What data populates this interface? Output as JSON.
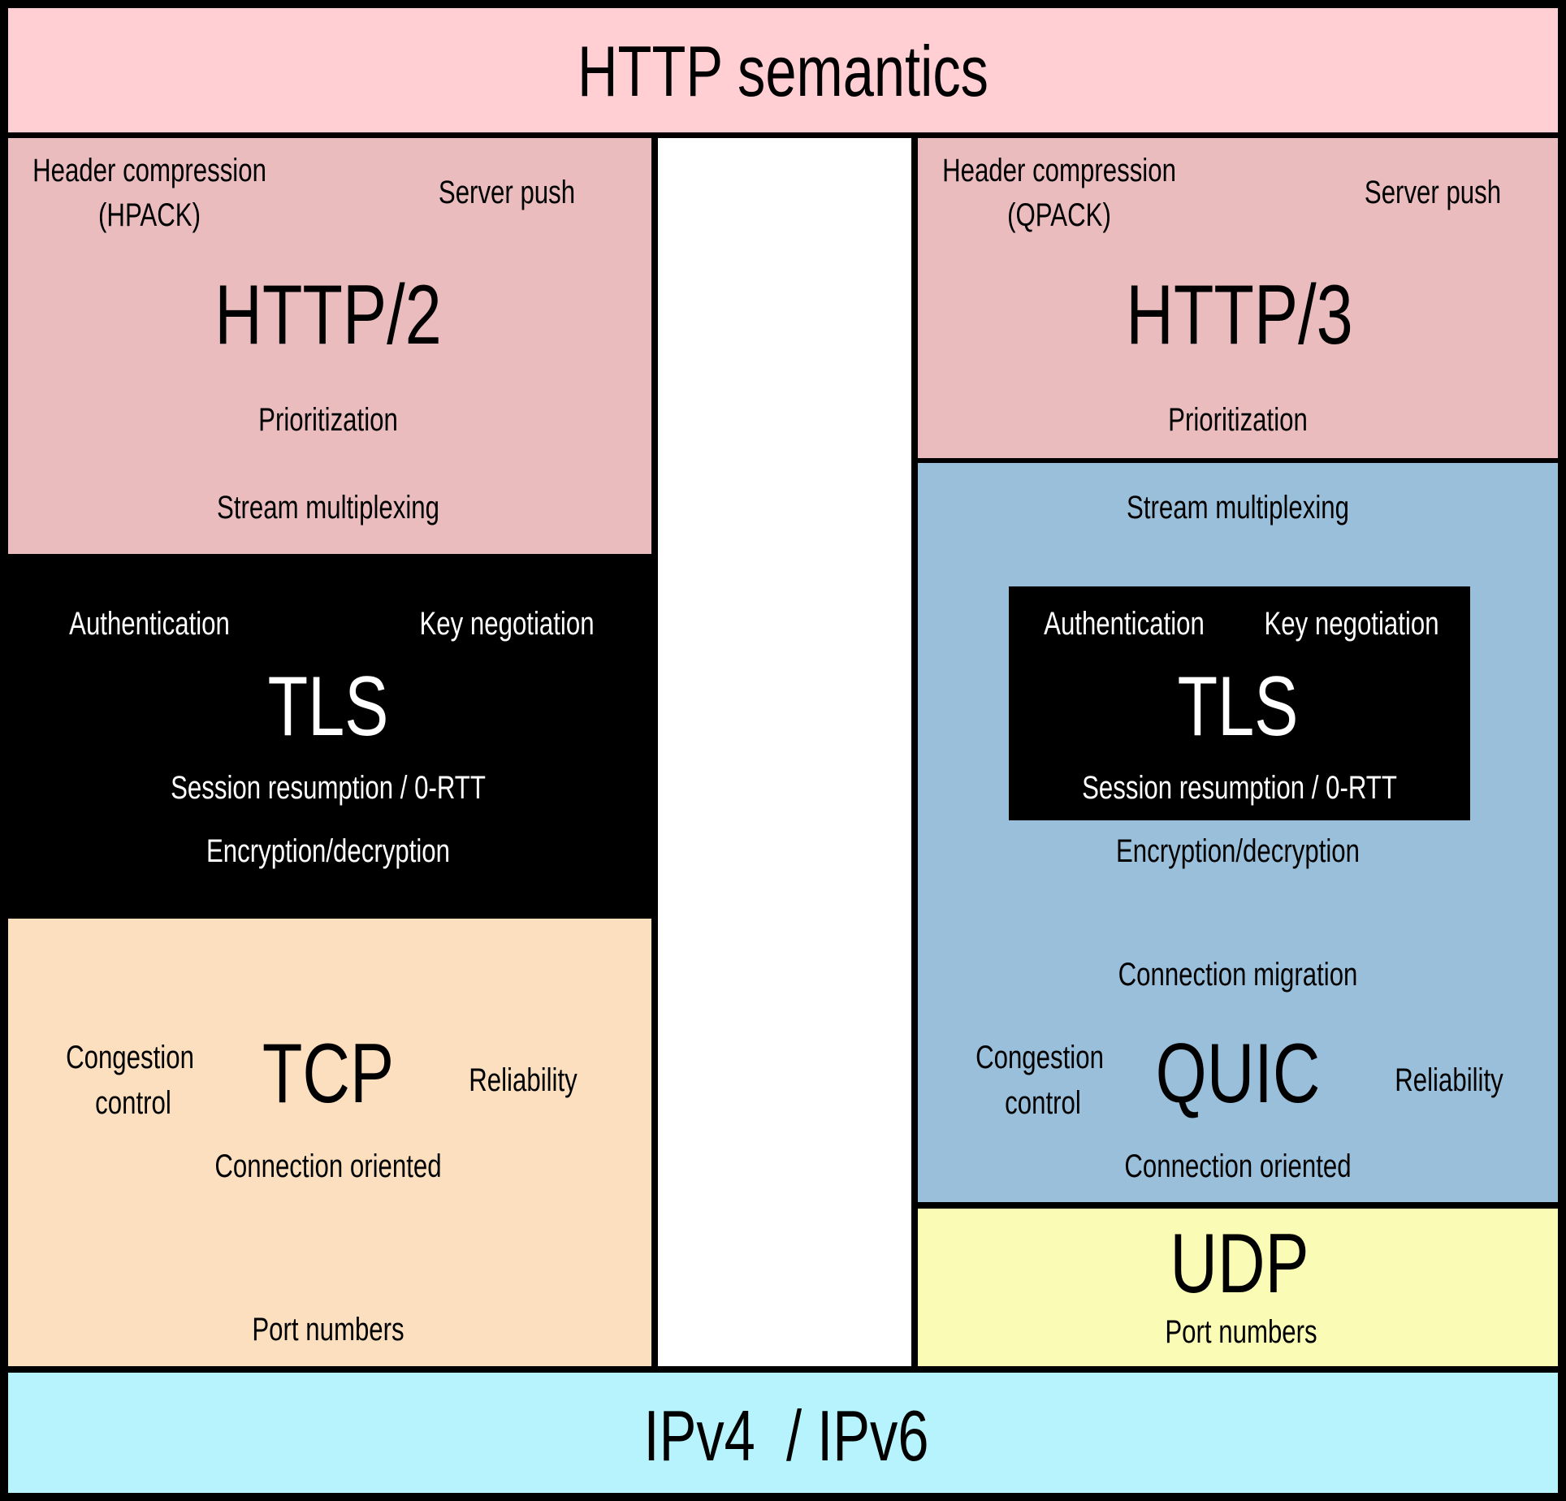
{
  "diagram": {
    "http_semantics": "HTTP semantics",
    "ip": "IPv4  / IPv6",
    "left": {
      "http": {
        "title": "HTTP/2",
        "header_compression": "Header compression",
        "header_compression_sub": "(HPACK)",
        "server_push": "Server push",
        "prioritization": "Prioritization",
        "stream_multiplexing": "Stream multiplexing"
      },
      "tls": {
        "title": "TLS",
        "authentication": "Authentication",
        "key_negotiation": "Key negotiation",
        "session_resumption": "Session resumption / 0-RTT",
        "encryption": "Encryption/decryption"
      },
      "transport": {
        "title": "TCP",
        "congestion_1": "Congestion",
        "congestion_2": "control",
        "reliability": "Reliability",
        "connection_oriented": "Connection oriented",
        "port_numbers": "Port numbers"
      }
    },
    "right": {
      "http": {
        "title": "HTTP/3",
        "header_compression": "Header compression",
        "header_compression_sub": "(QPACK)",
        "server_push": "Server push",
        "prioritization": "Prioritization"
      },
      "quic": {
        "title": "QUIC",
        "stream_multiplexing": "Stream multiplexing",
        "encryption": "Encryption/decryption",
        "connection_migration": "Connection migration",
        "congestion_1": "Congestion",
        "congestion_2": "control",
        "reliability": "Reliability",
        "connection_oriented": "Connection oriented"
      },
      "tls": {
        "title": "TLS",
        "authentication": "Authentication",
        "key_negotiation": "Key negotiation",
        "session_resumption": "Session resumption / 0-RTT"
      },
      "udp": {
        "title": "UDP",
        "port_numbers": "Port numbers"
      }
    },
    "colors": {
      "http_semantics": "#ffcfd3",
      "http_layer": "#eabcbe",
      "tls": "#000000",
      "tcp": "#fcdfbf",
      "quic": "#9abfdb",
      "udp": "#fafcb6",
      "ip": "#b6f3fc",
      "gap": "#ffffff"
    }
  }
}
